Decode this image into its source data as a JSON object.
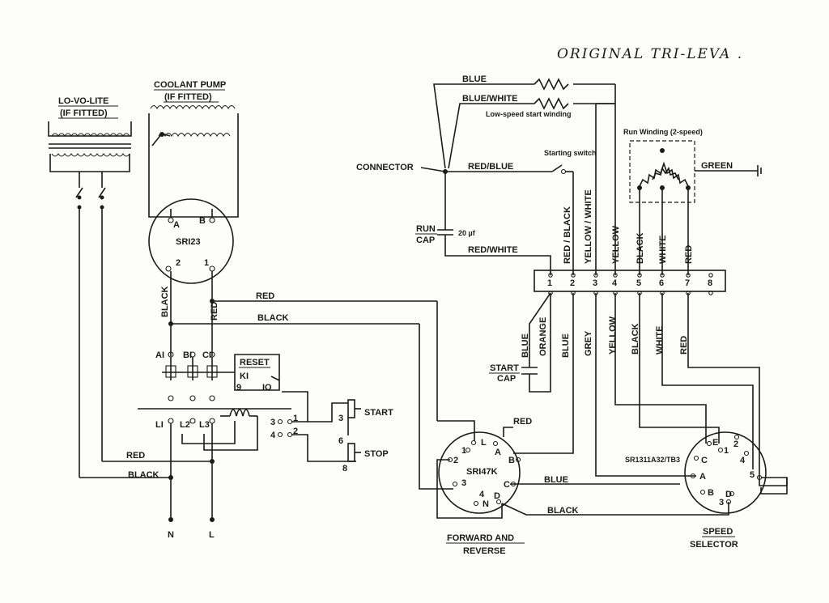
{
  "handwritten_note": "ORIGINAL TRI-LEVA .",
  "labels": {
    "lovolite": "LO-VO-LITE",
    "lovolite_fitted": "(IF FITTED)",
    "coolant": "COOLANT PUMP",
    "coolant_fitted": "(IF FITTED)",
    "sr123": "SRI23",
    "sr123_a": "A",
    "sr123_b": "B",
    "sr123_2": "2",
    "sr123_1": "1",
    "wire_black_v": "BLACK",
    "wire_red_v": "RED",
    "wire_red_top": "RED",
    "wire_black_top": "BLACK",
    "a1": "AI",
    "b1": "BI",
    "c1": "CI",
    "reset": "RESET",
    "k1": "KI",
    "nine": "9",
    "ten": "IO",
    "l1": "LI",
    "l2": "L2",
    "l3": "L3",
    "c3": "3",
    "c4": "4",
    "c1b": "1",
    "c2b": "2",
    "start_3": "3",
    "start": "START",
    "stop_6": "6",
    "stop": "STOP",
    "stop_8": "8",
    "wire_red_low": "RED",
    "wire_black_low": "BLACK",
    "n": "N",
    "l": "L",
    "blue": "BLUE",
    "blue_white": "BLUE/WHITE",
    "low_speed": "Low-speed start winding",
    "connector": "CONNECTOR",
    "red_blue": "RED/BLUE",
    "starting_switch": "Starting switch",
    "run_cap": "RUN",
    "run_cap2": "CAP",
    "uf": "20 µf",
    "red_white": "RED/WHITE",
    "run_winding": "Run Winding (2-speed)",
    "green": "GREEN",
    "col_red_black": "RED / BLACK",
    "col_yellow_white": "YELLOW / WHITE",
    "col_yellow": "YELLOW",
    "col_black": "BLACK",
    "col_white": "WHITE",
    "col_red": "RED",
    "tb_1": "1",
    "tb_2": "2",
    "tb_3": "3",
    "tb_4": "4",
    "tb_5": "5",
    "tb_6": "6",
    "tb_7": "7",
    "tb_8": "8",
    "lo_blue": "BLUE",
    "lo_orange": "ORANGE",
    "lo_blue2": "BLUE",
    "lo_grey": "GREY",
    "lo_yellow": "YELLOW",
    "lo_black": "BLACK",
    "lo_white": "WHITE",
    "lo_red": "RED",
    "start_cap": "START",
    "start_cap2": "CAP",
    "wire_red_mid": "RED",
    "wire_blue_mid": "BLUE",
    "wire_black_mid": "BLACK",
    "sr147k": "SRI47K",
    "fr_l": "L",
    "fr_a": "A",
    "fr_1": "1",
    "fr_2": "2",
    "fr_b": "B",
    "fr_3": "3",
    "fr_c": "C",
    "fr_4": "4",
    "fr_n": "N",
    "fr_d": "D",
    "forward": "FORWARD AND",
    "reverse": "REVERSE",
    "sr1311": "SR1311A32/TB3",
    "ss_e": "E",
    "ss_1": "1",
    "ss_2": "2",
    "ss_c": "C",
    "ss_4": "4",
    "ss_a": "A",
    "ss_5": "5",
    "ss_b": "B",
    "ss_d": "D",
    "ss_3": "3",
    "speed": "SPEED",
    "selector": "SELECTOR"
  }
}
